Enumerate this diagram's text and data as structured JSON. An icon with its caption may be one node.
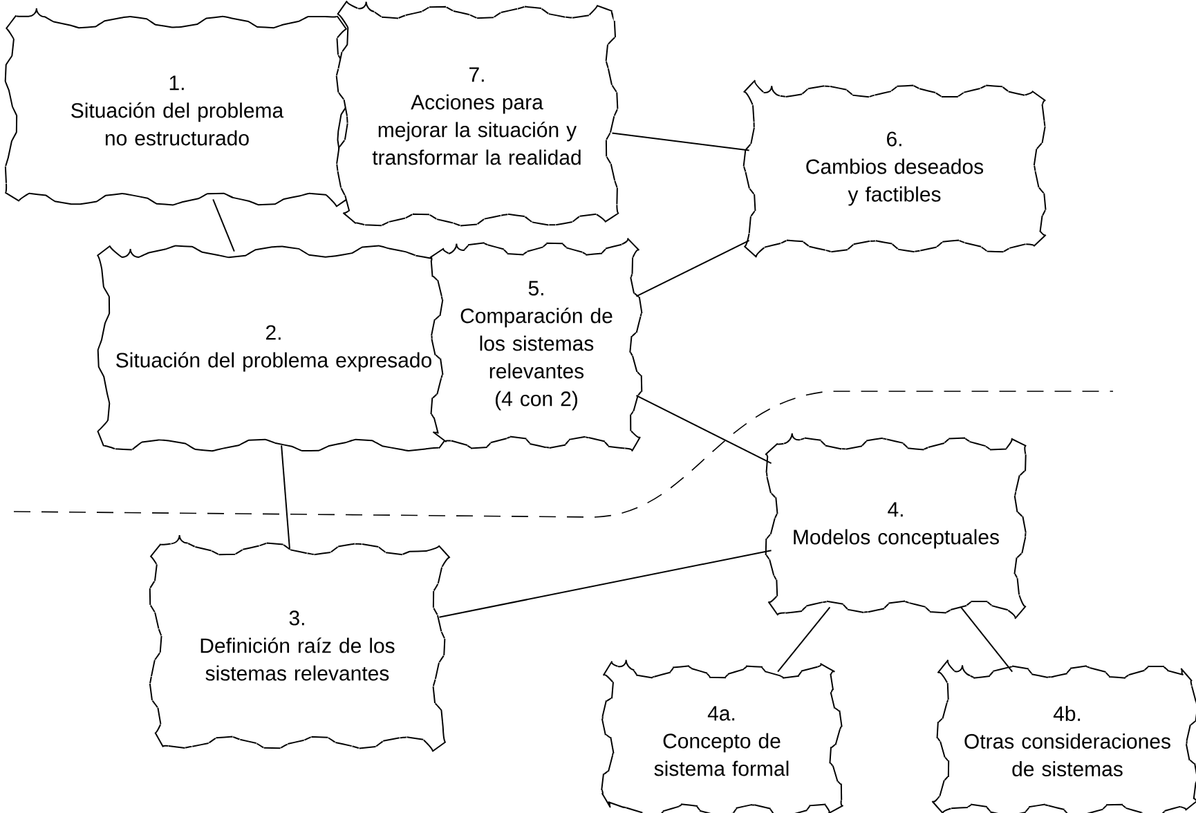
{
  "diagram": {
    "nodes": [
      {
        "text": [
          "1.",
          "Situación del problema no estructurado"
        ]
      },
      {
        "text": [
          "7.",
          "Acciones para mejorar la situación y transformar la realidad"
        ]
      },
      {
        "text": [
          "6.",
          "Cambios deseados y factibles"
        ]
      },
      {
        "text": [
          "2.",
          "Situación del problema expresado"
        ]
      },
      {
        "text": [
          "5.",
          "Comparación de los sistemas relevantes (4 con 2)"
        ]
      },
      {
        "text": [
          "4.",
          "Modelos conceptuales"
        ]
      },
      {
        "text": [
          "3.",
          "Definición raíz de los sistemas relevantes"
        ]
      },
      {
        "text": [
          "4a.",
          "Concepto de sistema formal"
        ]
      },
      {
        "text": [
          "4b.",
          "Otras consideraciones de sistemas"
        ]
      }
    ],
    "edges": [
      {
        "from": 0,
        "to": 3,
        "arrow": "none"
      },
      {
        "from": 3,
        "to": 6,
        "arrow": "none"
      },
      {
        "from": 6,
        "to": 5,
        "arrow": "none"
      },
      {
        "from": 5,
        "to": 4,
        "arrow": "none"
      },
      {
        "from": 4,
        "to": 2,
        "arrow": "none"
      },
      {
        "from": 2,
        "to": 1,
        "arrow": "none"
      },
      {
        "from": 5,
        "to": 7,
        "arrow": "none"
      },
      {
        "from": 5,
        "to": 8,
        "arrow": "none"
      }
    ]
  }
}
